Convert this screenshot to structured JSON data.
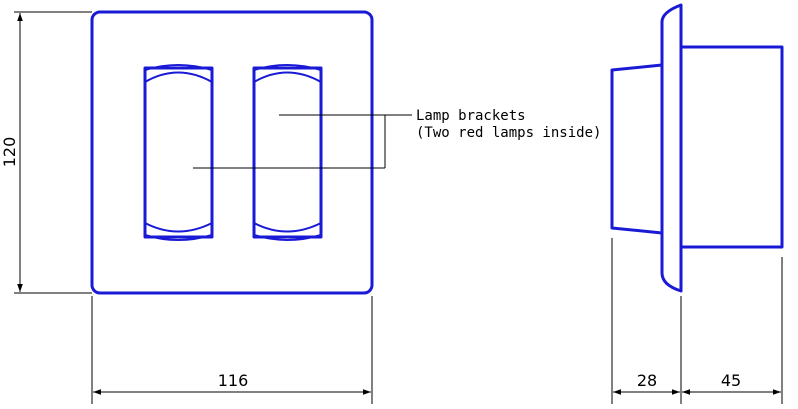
{
  "colors": {
    "object_lines": "#1a1ad6",
    "dimension_lines": "#000000",
    "background": "#ffffff"
  },
  "front_view": {
    "dimensions": {
      "height": "120",
      "width": "116"
    },
    "callout": {
      "line1": "Lamp brackets",
      "line2": "(Two red lamps inside)"
    }
  },
  "side_view": {
    "dimensions": {
      "front_depth": "28",
      "rear_depth": "45"
    }
  }
}
